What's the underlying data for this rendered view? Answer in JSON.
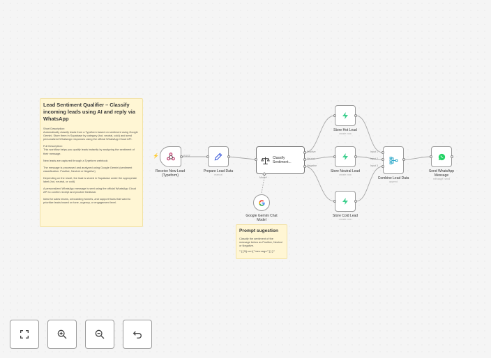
{
  "main_note": {
    "title": "Lead Sentiment Qualifier – Classify incoming leads using AI and reply via WhatsApp",
    "paragraphs": [
      "Short Description:\nAutomatically classify leads from a Typeform based on sentiment using Google Gemini. Store them in Supabase by category (hot, neutral, cold) and send personalized WhatsApp responses using the official WhatsApp Cloud API.",
      "Full Description:\nThis workflow helps you qualify leads instantly by analyzing the sentiment of their message.",
      "New leads are captured through a Typeform webhook",
      "The message is processed and analyzed using Google Gemini (sentiment classification: Positive, Neutral or Negative)",
      "Depending on the result, the lead is stored in Supabase under the appropriate label (hot, neutral, or cold)",
      "A personalized WhatsApp message is sent using the official WhatsApp Cloud API to confirm receipt and provide feedback",
      "Ideal for sales teams, onboarding funnels, and support flows that want to prioritize leads based on tone, urgency, or engagement level."
    ]
  },
  "prompt_note": {
    "title": "Prompt sugestion",
    "body": "Classify the sentiment of the message below as Positive, Neutral or Negative.",
    "code": "\"{{$json[\"message\"]}}\""
  },
  "nodes": {
    "webhook": {
      "label": "Receive New Lead (Typeform)",
      "icon": "webhook-icon",
      "port_label": "POST"
    },
    "prepare": {
      "label": "Prepare Lead Data",
      "sub": "manual",
      "icon": "pencil-icon"
    },
    "classify": {
      "label": "Classify Sentiment...",
      "icon": "balance-scale-icon",
      "outputs": [
        "Positive",
        "Neutral",
        "Negative"
      ],
      "model_port": "Model*"
    },
    "gemini": {
      "label": "Google Gemini Chat Model",
      "icon": "google-icon"
    },
    "hot": {
      "label": "Store Hot Lead",
      "sub": "create: row",
      "icon": "supabase-bolt-icon"
    },
    "neutral": {
      "label": "Store Neutral Lead",
      "sub": "create: row",
      "icon": "supabase-bolt-icon"
    },
    "cold": {
      "label": "Store Cold Lead",
      "sub": "create: row",
      "icon": "supabase-bolt-icon"
    },
    "merge": {
      "label": "Combine Lead Data",
      "sub": "append",
      "icon": "merge-icon",
      "inputs": [
        "Input 1",
        "Input 2",
        "Input 3"
      ]
    },
    "whatsapp": {
      "label": "Send WhatsApp Message",
      "sub": "message: send",
      "icon": "whatsapp-icon"
    }
  },
  "colors": {
    "supabase": "#3ecf8e",
    "merge": "#2aa7c9",
    "pencil": "#3b5bdb",
    "whatsapp": "#25d366",
    "trigger_marker": "#ff6d5a",
    "note_bg": "#fff6d4"
  },
  "controls": {
    "fit": "fit-view-icon",
    "zoom_in": "zoom-in-icon",
    "zoom_out": "zoom-out-icon",
    "undo": "undo-icon"
  }
}
